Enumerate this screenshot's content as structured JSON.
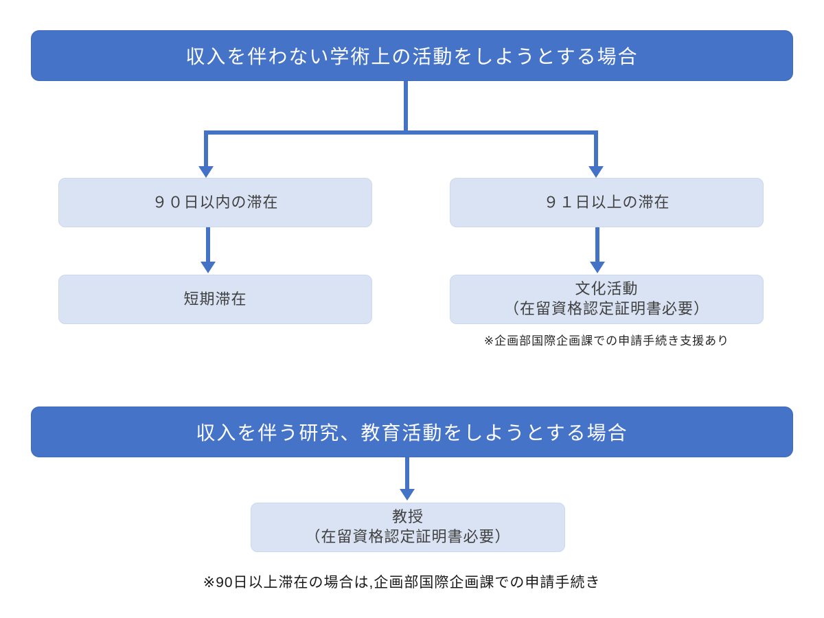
{
  "colors": {
    "accent_blue": "#4472C4",
    "header_fill": "#4573C8",
    "light_box_fill": "#DAE3F3",
    "light_box_border": "#CBD8EE",
    "header_text": "#FFFFFF",
    "box_text": "#404040",
    "note_text": "#262626"
  },
  "section1": {
    "header": "収入を伴わない学術上の活動をしようとする場合",
    "left_branch": {
      "condition": "９０日以内の滞在",
      "result": "短期滞在"
    },
    "right_branch": {
      "condition": "９１日以上の滞在",
      "result_line1": "文化活動",
      "result_line2": "（在留資格認定証明書必要）",
      "note": "※企画部国際企画課での申請手続き支援あり"
    }
  },
  "section2": {
    "header": "収入を伴う研究、教育活動をしようとする場合",
    "result_line1": "教授",
    "result_line2": "（在留資格認定証明書必要）",
    "note": "※90日以上滞在の場合は,企画部国際企画課での申請手続き"
  }
}
